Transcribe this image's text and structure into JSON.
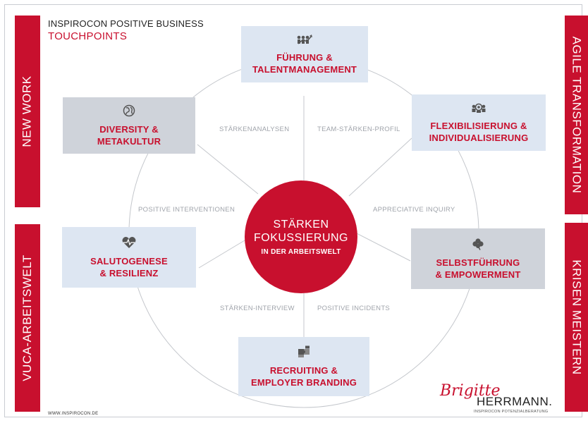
{
  "header": {
    "line1": "INSPIROCON POSITIVE BUSINESS",
    "line2": "TOUCHPOINTS"
  },
  "side_labels": {
    "left_top": "NEW WORK",
    "left_bottom": "VUCA-ARBEITSWELT",
    "right_top": "AGILE TRANSFORMATION",
    "right_bottom": "KRISEN MEISTERN"
  },
  "center": {
    "line1": "STÄRKEN",
    "line2": "FOKUSSIERUNG",
    "line3": "IN DER ARBEITSWELT"
  },
  "touchpoints": [
    {
      "id": "fuehrung",
      "line1": "FÜHRUNG &",
      "line2": "TALENTMANAGEMENT",
      "icon": "people-growth-icon"
    },
    {
      "id": "flexibilisierung",
      "line1": "FLEXIBILISIERUNG &",
      "line2": "INDIVIDUALISIERUNG",
      "icon": "team-search-icon"
    },
    {
      "id": "selbstfuehrung",
      "line1": "SELBSTFÜHRUNG",
      "line2": "& EMPOWERMENT",
      "icon": "clover-icon"
    },
    {
      "id": "recruiting",
      "line1": "RECRUITING &",
      "line2": "EMPLOYER BRANDING",
      "icon": "puzzle-icon"
    },
    {
      "id": "salutogenese",
      "line1": "SALUTOGENESE",
      "line2": "& RESILIENZ",
      "icon": "heart-pulse-icon"
    },
    {
      "id": "diversity",
      "line1": "DIVERSITY &",
      "line2": "METAKULTUR",
      "icon": "globe-icon"
    }
  ],
  "methods": {
    "staerkenanalysen": "STÄRKENANALYSEN",
    "team_staerken_profil": "TEAM-STÄRKEN-PROFIL",
    "positive_interventionen": "POSITIVE INTERVENTIONEN",
    "appreciative_inquiry": "APPRECIATIVE INQUIRY",
    "staerken_interview": "STÄRKEN-INTERVIEW",
    "positive_incidents": "POSITIVE INCIDENTS"
  },
  "footer": {
    "url": "WWW.INSPIROCON.DE"
  },
  "signature": {
    "script": "Brigitte",
    "name": "HERRMANN.",
    "tagline": "INSPIROCON POTENZIALBERATUNG"
  },
  "colors": {
    "accent": "#c8102e",
    "box_light": "#dde6f2",
    "box_grey": "#cfd3da",
    "method_text": "#a0a4ab"
  }
}
